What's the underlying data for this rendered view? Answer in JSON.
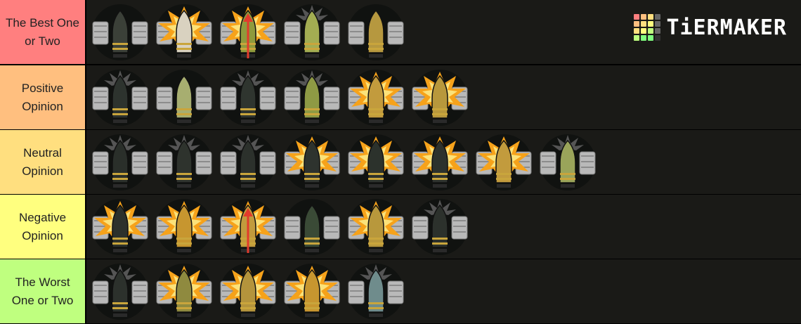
{
  "logo": {
    "text": "TiERMAKER",
    "grid_colors": [
      "#ff7f7f",
      "#ffbf7f",
      "#ffdf7f",
      "#666666",
      "#ffbf7f",
      "#ffdf7f",
      "#ffff7f",
      "#666666",
      "#ffdf7f",
      "#ffff7f",
      "#bfff7f",
      "#666666",
      "#bfff7f",
      "#7fff7f",
      "#7fff7f",
      "#333333"
    ]
  },
  "tiers": [
    {
      "label": "The Best One or Two",
      "color": "#ff7f7f",
      "items": [
        {
          "icon": "spike-bomb-icon",
          "body": "#3b4038",
          "burst": false,
          "spark": false,
          "arrow": false
        },
        {
          "icon": "rocket-bomb-icon",
          "body": "#d9d2c0",
          "burst": true,
          "spark": false,
          "arrow": false
        },
        {
          "icon": "guided-bomb-icon",
          "body": "#8f9a3c",
          "burst": true,
          "spark": false,
          "arrow": true
        },
        {
          "icon": "finned-bomb-icon",
          "body": "#a3ad52",
          "burst": false,
          "spark": true,
          "arrow": false
        },
        {
          "icon": "nuclear-shell-icon",
          "body": "#b6983f",
          "burst": false,
          "spark": false,
          "arrow": false
        }
      ]
    },
    {
      "label": "Positive Opinion",
      "color": "#ffbf7f",
      "items": [
        {
          "icon": "cluster-bomb-icon",
          "body": "#2d332e",
          "burst": false,
          "spark": true,
          "arrow": false
        },
        {
          "icon": "mortar-shell-icon",
          "body": "#a7ae70",
          "burst": false,
          "spark": false,
          "arrow": false
        },
        {
          "icon": "yellow-tip-shell-icon",
          "body": "#2f352f",
          "burst": false,
          "spark": true,
          "arrow": false
        },
        {
          "icon": "finned-rocket-icon",
          "body": "#8e9a44",
          "burst": false,
          "spark": true,
          "arrow": false
        },
        {
          "icon": "explosive-shell-icon",
          "body": "#c29b3d",
          "burst": true,
          "spark": false,
          "arrow": false
        },
        {
          "icon": "heavy-shell-icon",
          "body": "#b8983c",
          "burst": true,
          "spark": false,
          "arrow": false
        }
      ]
    },
    {
      "label": "Neutral Opinion",
      "color": "#ffdf7f",
      "items": [
        {
          "icon": "ap-shell-icon",
          "body": "#2a2f2a",
          "burst": false,
          "spark": true,
          "arrow": false
        },
        {
          "icon": "aphe-shell-icon",
          "body": "#2e332d",
          "burst": false,
          "spark": true,
          "arrow": false
        },
        {
          "icon": "apcbc-shell-icon",
          "body": "#2c312c",
          "burst": false,
          "spark": true,
          "arrow": false
        },
        {
          "icon": "he-shell-icon",
          "body": "#2e332e",
          "burst": true,
          "spark": false,
          "arrow": false
        },
        {
          "icon": "hefs-shell-icon",
          "body": "#2c322c",
          "burst": true,
          "spark": false,
          "arrow": false
        },
        {
          "icon": "hei-shell-icon",
          "body": "#2d322d",
          "burst": true,
          "spark": false,
          "arrow": false
        },
        {
          "icon": "he-mortar-icon",
          "body": "#c29b3d",
          "burst": true,
          "spark": false,
          "arrow": false
        },
        {
          "icon": "smoke-mortar-icon",
          "body": "#9aa45a",
          "burst": false,
          "spark": true,
          "arrow": false
        }
      ]
    },
    {
      "label": "Negative Opinion",
      "color": "#ffff7f",
      "items": [
        {
          "icon": "hesh-shell-icon",
          "body": "#2c312c",
          "burst": true,
          "spark": false,
          "arrow": false
        },
        {
          "icon": "solid-shot-icon",
          "body": "#c7962f",
          "burst": true,
          "spark": false,
          "arrow": false
        },
        {
          "icon": "heat-shell-icon",
          "body": "#c29b3d",
          "burst": true,
          "spark": false,
          "arrow": true
        },
        {
          "icon": "smoke-shell-icon",
          "body": "#3a4a36",
          "burst": false,
          "spark": false,
          "arrow": false
        },
        {
          "icon": "timed-fuze-shell-icon",
          "body": "#b8983c",
          "burst": true,
          "spark": false,
          "arrow": false
        },
        {
          "icon": "apds-shell-icon",
          "body": "#2c312c",
          "burst": false,
          "spark": true,
          "arrow": false
        }
      ]
    },
    {
      "label": "The Worst One or Two",
      "color": "#bfff7f",
      "items": [
        {
          "icon": "apbc-shell-icon",
          "body": "#2c312c",
          "burst": false,
          "spark": true,
          "arrow": false
        },
        {
          "icon": "heatfs-shell-icon",
          "body": "#8f8a3f",
          "burst": true,
          "spark": false,
          "arrow": false
        },
        {
          "icon": "atgm-icon",
          "body": "#b4943c",
          "burst": true,
          "spark": false,
          "arrow": false
        },
        {
          "icon": "apcr-shell-icon",
          "body": "#c7962f",
          "burst": true,
          "spark": false,
          "arrow": false
        },
        {
          "icon": "practice-shell-icon",
          "body": "#6f8c8c",
          "burst": false,
          "spark": true,
          "arrow": false
        }
      ]
    }
  ]
}
